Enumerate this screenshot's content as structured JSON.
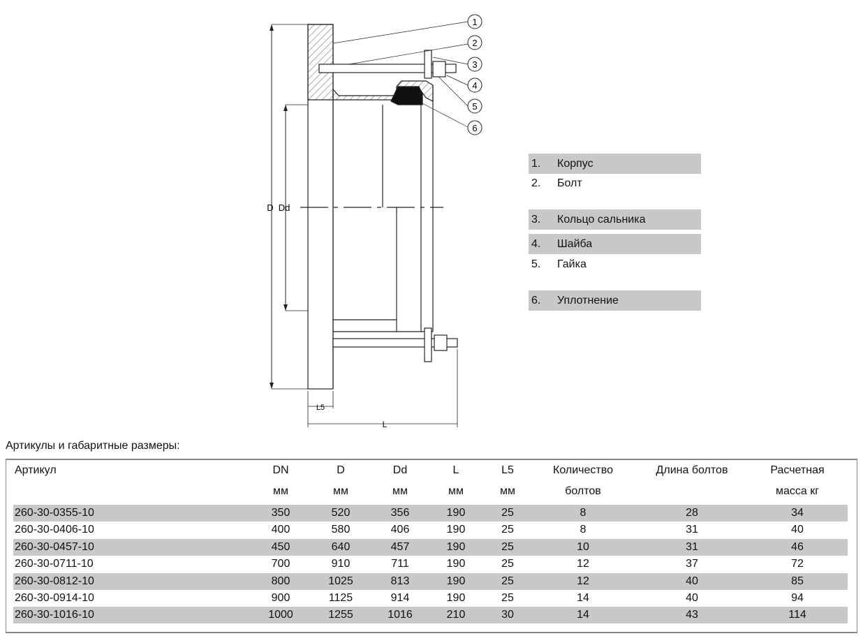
{
  "drawing": {
    "callouts": [
      "1",
      "2",
      "3",
      "4",
      "5",
      "6"
    ],
    "dim_D": "D",
    "dim_Dd": "Dd",
    "dim_L5": "L5",
    "dim_L": "L"
  },
  "legend": [
    {
      "num": "1.",
      "label": "Корпус",
      "shaded": true
    },
    {
      "num": "2.",
      "label": "Болт",
      "shaded": false
    },
    {
      "num": "3.",
      "label": "Кольцо сальника",
      "shaded": true
    },
    {
      "num": "4.",
      "label": "Шайба",
      "shaded": true
    },
    {
      "num": "5.",
      "label": "Гайка",
      "shaded": false
    },
    {
      "num": "6.",
      "label": "Уплотнение",
      "shaded": true
    }
  ],
  "caption": "Артикулы и габаритные размеры:",
  "table": {
    "headers": [
      {
        "l1": "Артикул",
        "l2": ""
      },
      {
        "l1": "DN",
        "l2": "мм"
      },
      {
        "l1": "D",
        "l2": "мм"
      },
      {
        "l1": "Dd",
        "l2": "мм"
      },
      {
        "l1": "L",
        "l2": "мм"
      },
      {
        "l1": "L5",
        "l2": "мм"
      },
      {
        "l1": "Количество",
        "l2": "болтов"
      },
      {
        "l1": "Длина болтов",
        "l2": ""
      },
      {
        "l1": "Расчетная",
        "l2": "масса кг"
      }
    ],
    "rows": [
      [
        "260-30-0355-10",
        "350",
        "520",
        "356",
        "190",
        "25",
        "8",
        "28",
        "34"
      ],
      [
        "260-30-0406-10",
        "400",
        "580",
        "406",
        "190",
        "25",
        "8",
        "31",
        "40"
      ],
      [
        "260-30-0457-10",
        "450",
        "640",
        "457",
        "190",
        "25",
        "10",
        "31",
        "46"
      ],
      [
        "260-30-0711-10",
        "700",
        "910",
        "711",
        "190",
        "25",
        "12",
        "37",
        "72"
      ],
      [
        "260-30-0812-10",
        "800",
        "1025",
        "813",
        "190",
        "25",
        "12",
        "40",
        "85"
      ],
      [
        "260-30-0914-10",
        "900",
        "1125",
        "914",
        "190",
        "25",
        "14",
        "40",
        "94"
      ],
      [
        "260-30-1016-10",
        "1000",
        "1255",
        "1016",
        "210",
        "30",
        "14",
        "43",
        "114"
      ]
    ]
  }
}
